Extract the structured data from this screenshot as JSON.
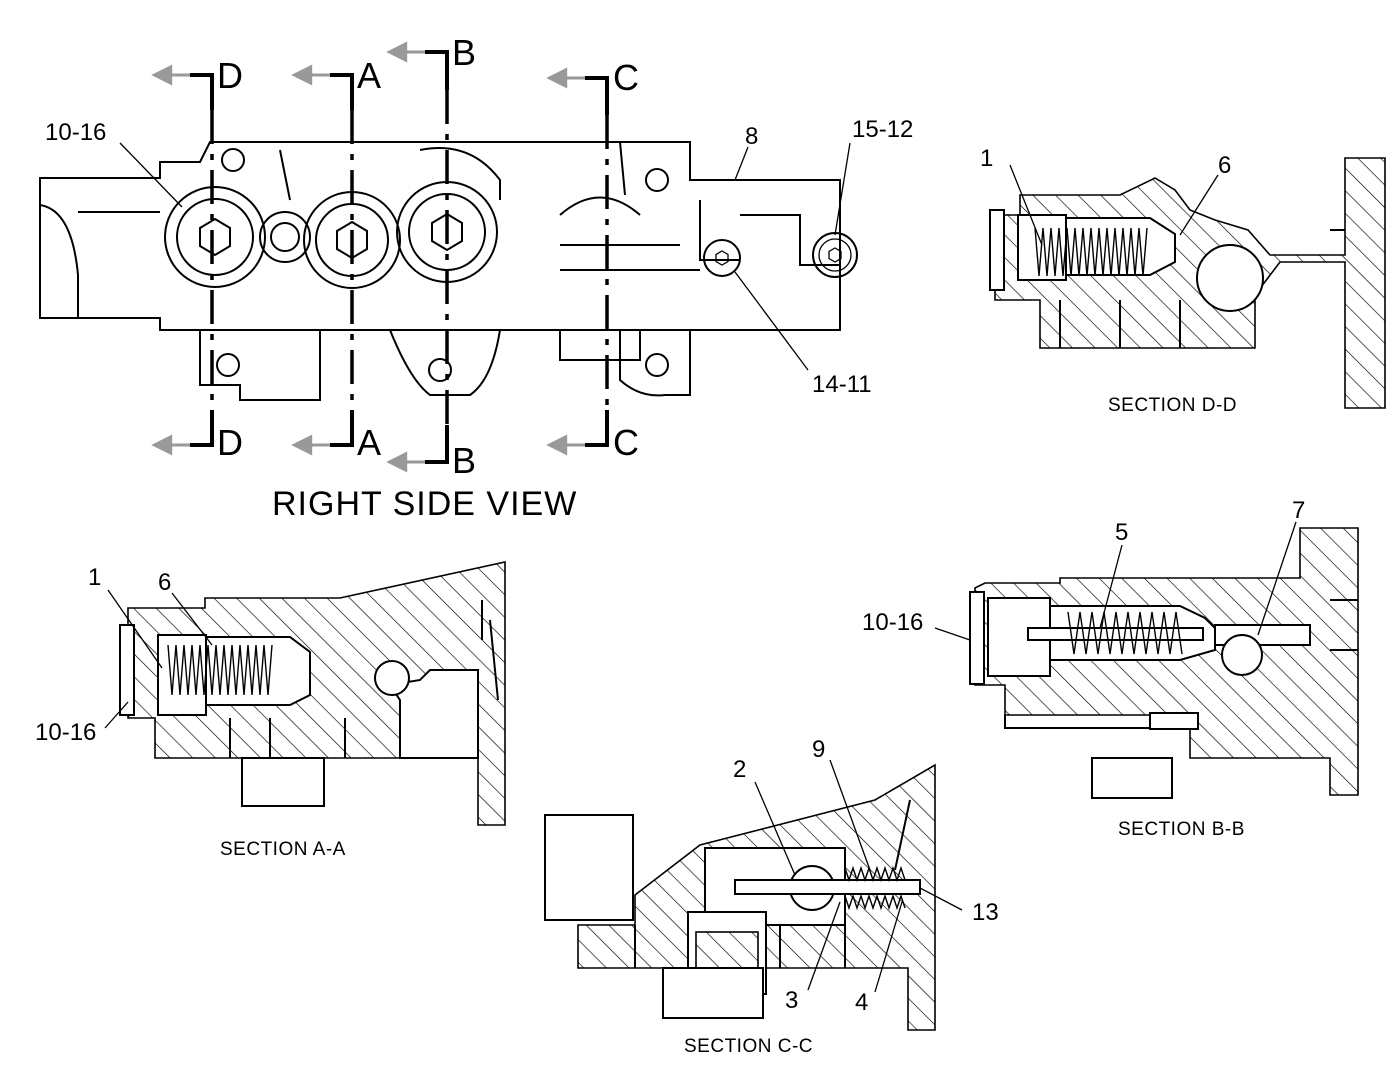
{
  "titles": {
    "right_side_view": "RIGHT SIDE VIEW",
    "section_dd": "SECTION D-D",
    "section_aa": "SECTION A-A",
    "section_bb": "SECTION B-B",
    "section_cc": "SECTION C-C"
  },
  "section_markers": {
    "d": "D",
    "a": "A",
    "b": "B",
    "c": "C"
  },
  "callouts": {
    "rsv_10_16": "10-16",
    "rsv_8": "8",
    "rsv_15_12": "15-12",
    "rsv_14_11": "14-11",
    "dd_1": "1",
    "dd_6": "6",
    "aa_1": "1",
    "aa_6": "6",
    "aa_10_16": "10-16",
    "bb_5": "5",
    "bb_7": "7",
    "bb_10_16": "10-16",
    "cc_2": "2",
    "cc_9": "9",
    "cc_13": "13",
    "cc_3": "3",
    "cc_4": "4"
  },
  "colors": {
    "line": "#000000",
    "arrow": "#999999",
    "background": "#ffffff"
  }
}
